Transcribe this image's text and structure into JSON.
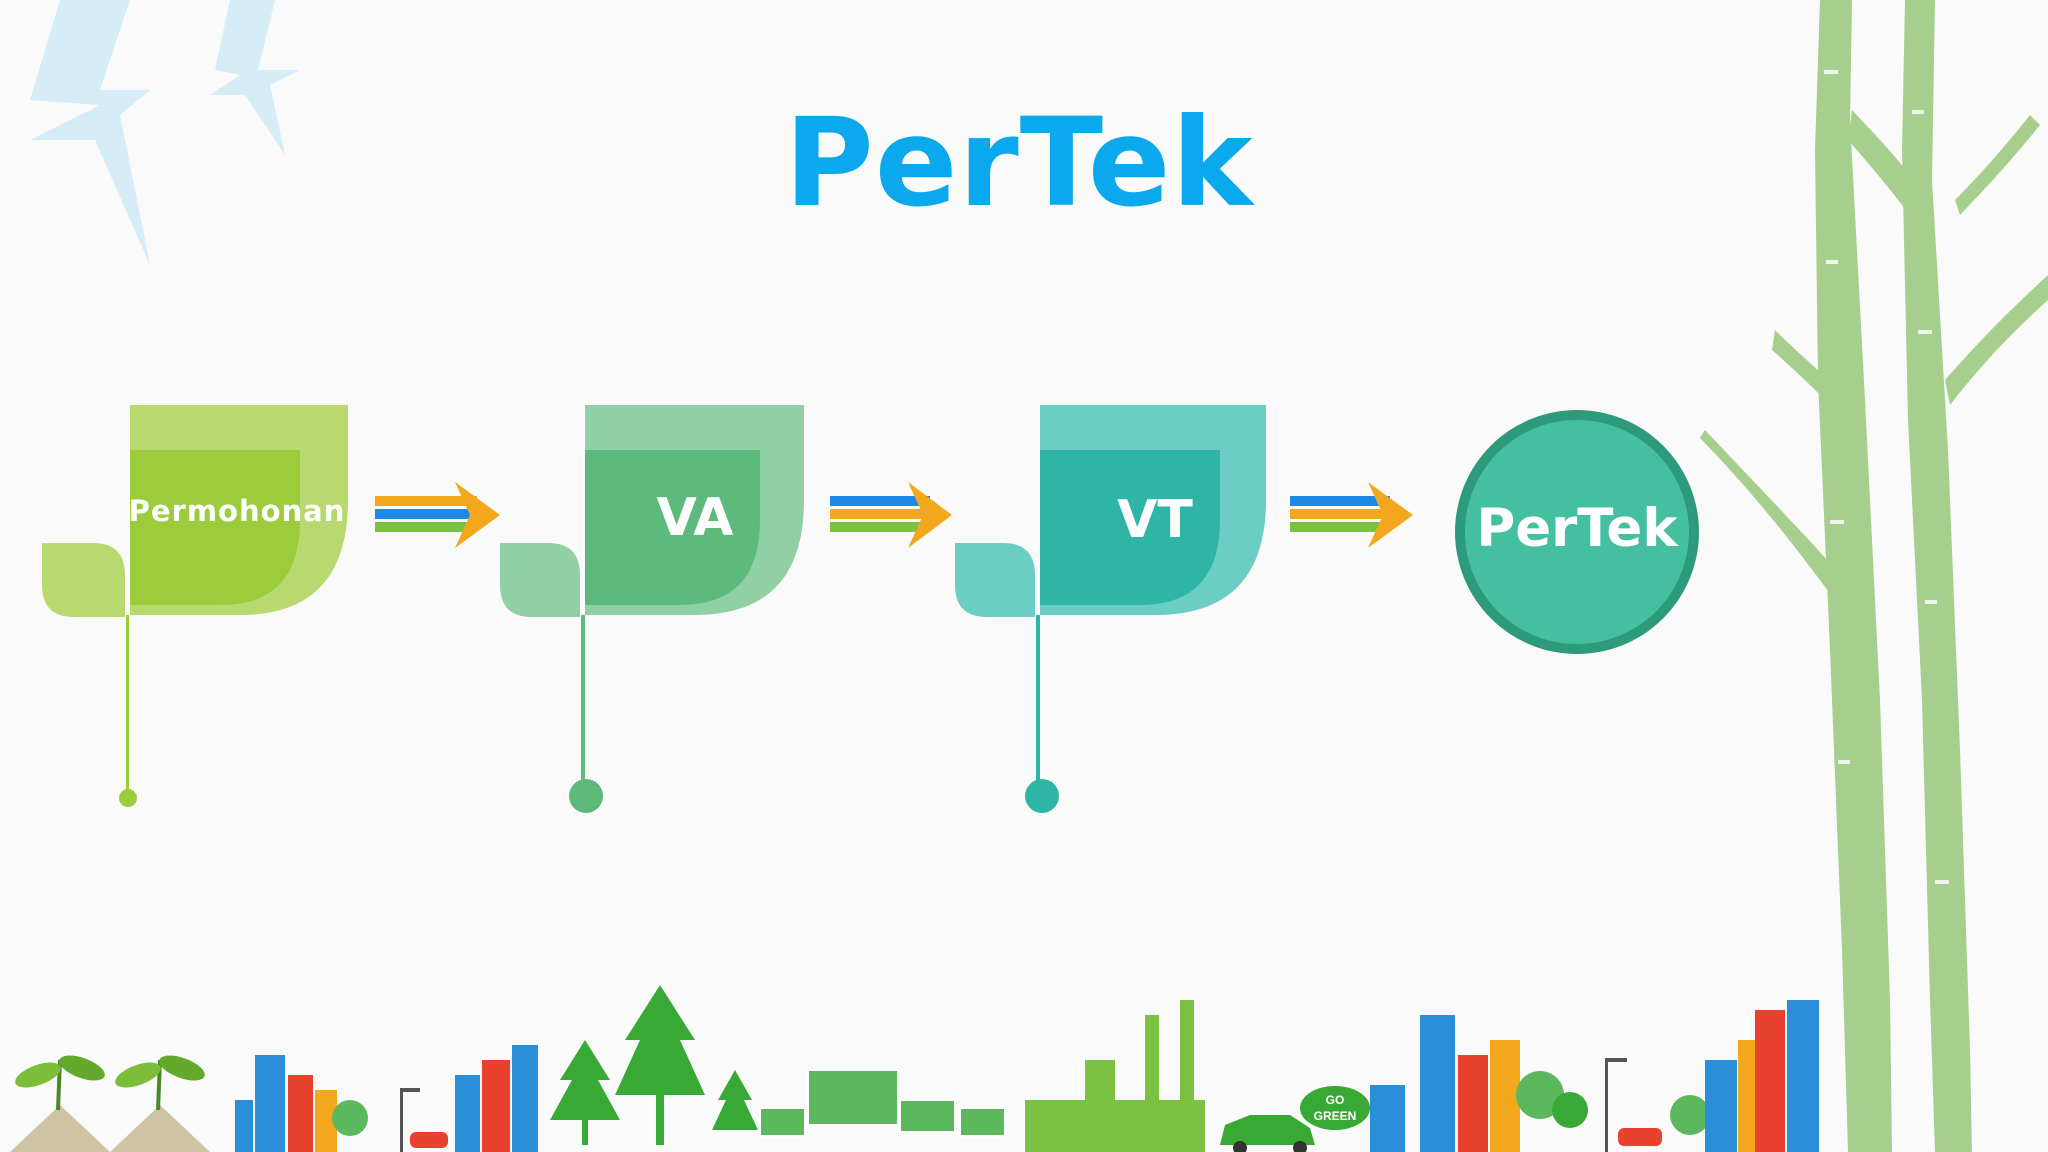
{
  "title": "PerTek",
  "colors": {
    "title": "#0aa8ec",
    "leaf1": "#9ccc3c",
    "leaf2": "#5cba7c",
    "leaf3": "#2fb5a6",
    "circle": "#44c0a0",
    "trunk": "#a6cf8e"
  },
  "steps": [
    {
      "label": "Permohonan"
    },
    {
      "label": "VA"
    },
    {
      "label": "VT"
    }
  ],
  "result": {
    "label": "PerTek"
  },
  "sign": {
    "line1": "GO",
    "line2": "GREEN"
  }
}
